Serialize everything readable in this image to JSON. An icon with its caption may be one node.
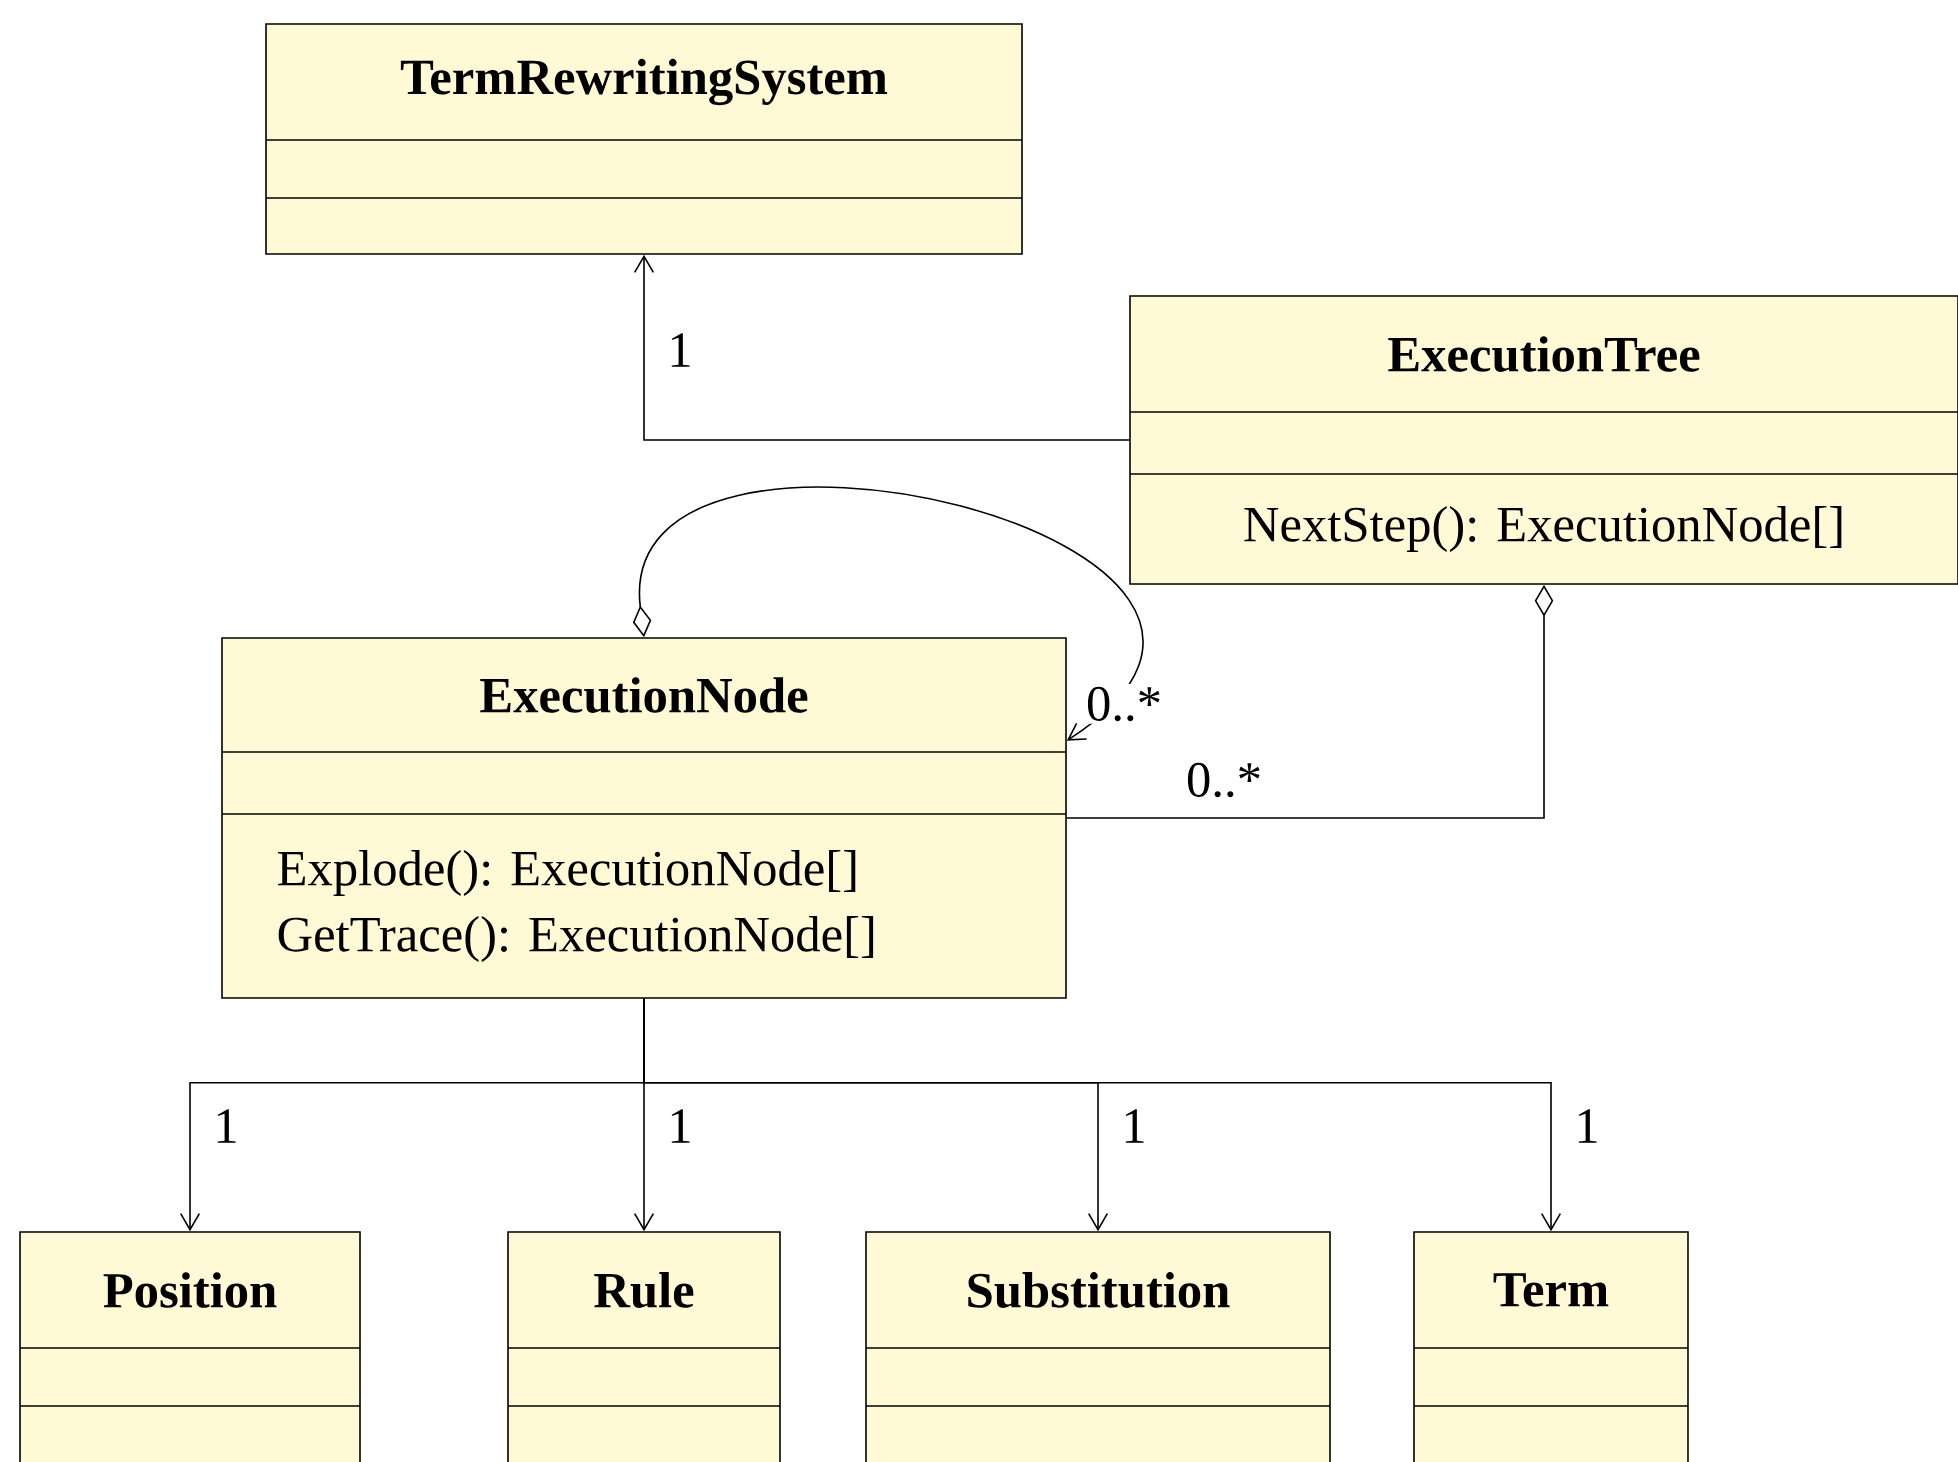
{
  "diagram": {
    "nodes": [
      {
        "text": [
          "TermRewritingSystem"
        ]
      },
      {
        "text": [
          "ExecutionTree",
          "NextStep(): ExecutionNode[]"
        ]
      },
      {
        "text": [
          "ExecutionNode",
          "Explode(): ExecutionNode[]",
          "GetTrace(): ExecutionNode[]"
        ]
      },
      {
        "text": [
          "Position"
        ]
      },
      {
        "text": [
          "Rule"
        ]
      },
      {
        "text": [
          "Substitution"
        ]
      },
      {
        "text": [
          "Term"
        ]
      }
    ],
    "edges": [
      {
        "from": 1,
        "to": 0,
        "arrow": "to",
        "label": "1"
      },
      {
        "from": 2,
        "to": 2,
        "arrow": "to",
        "label": "0..*"
      },
      {
        "from": 1,
        "to": 2,
        "arrow": "other",
        "label": "0..*"
      },
      {
        "from": 2,
        "to": 3,
        "arrow": "to",
        "label": "1"
      },
      {
        "from": 2,
        "to": 4,
        "arrow": "to",
        "label": "1"
      },
      {
        "from": 2,
        "to": 5,
        "arrow": "to",
        "label": "1"
      },
      {
        "from": 2,
        "to": 6,
        "arrow": "to",
        "label": "1"
      }
    ]
  }
}
